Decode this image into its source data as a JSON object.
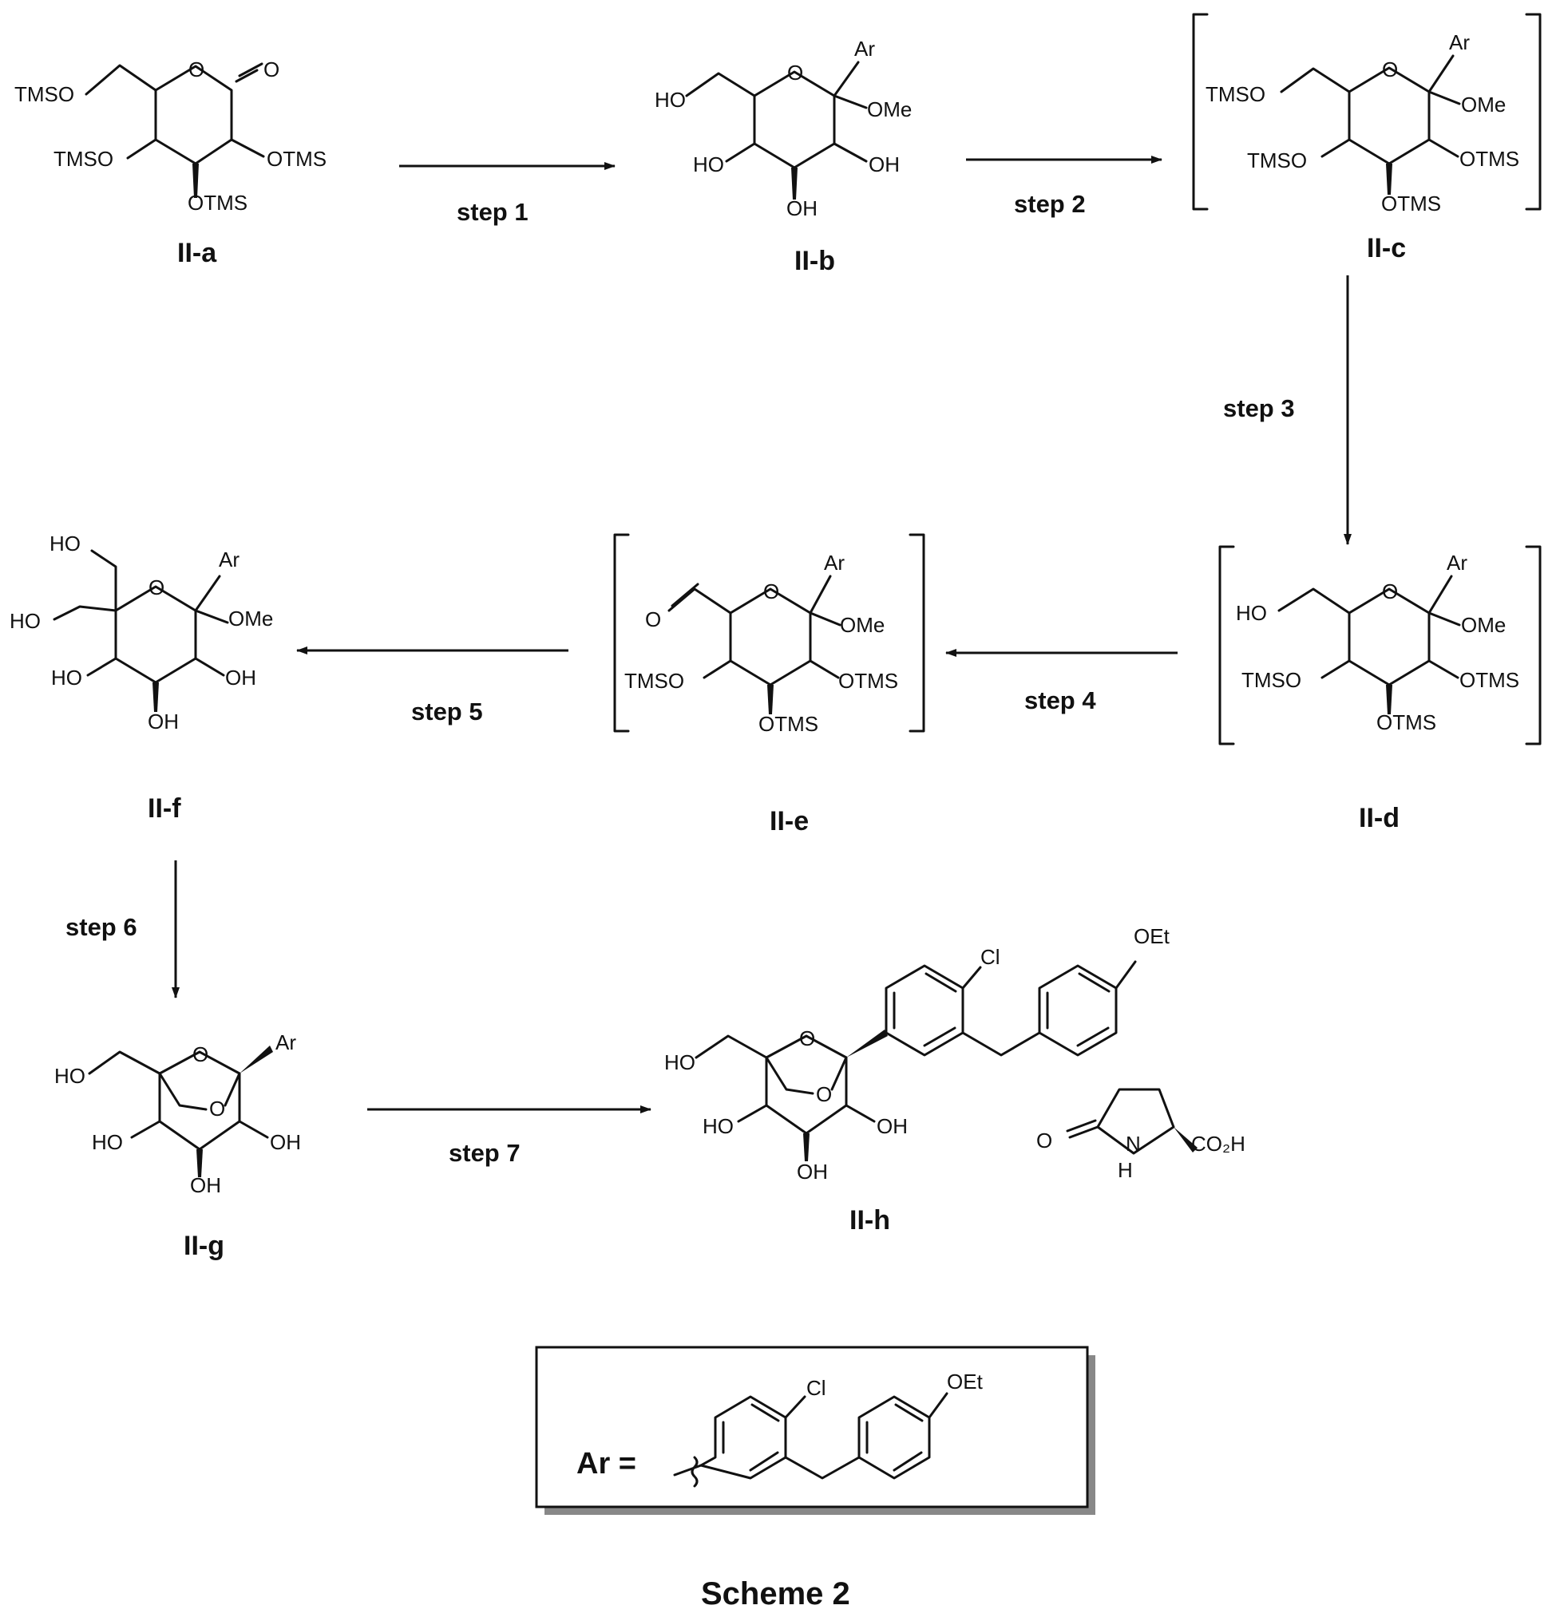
{
  "caption": "Scheme 2",
  "steps": [
    "step 1",
    "step 2",
    "step 3",
    "step 4",
    "step 5",
    "step 6",
    "step 7"
  ],
  "compounds": {
    "a": {
      "label": "II-a",
      "groups": {
        "tl": "TMSO",
        "ml": "TMSO",
        "b": "OTMS",
        "mr": "OTMS",
        "o": "O",
        "co": "O"
      }
    },
    "b": {
      "label": "II-b",
      "groups": {
        "ar": "Ar",
        "tl": "HO",
        "ml": "HO",
        "b": "OH",
        "mr": "OH",
        "ome": "OMe",
        "o": "O"
      }
    },
    "c": {
      "label": "II-c",
      "groups": {
        "ar": "Ar",
        "tl": "TMSO",
        "ml": "TMSO",
        "b": "OTMS",
        "mr": "OTMS",
        "ome": "OMe",
        "o": "O"
      }
    },
    "d": {
      "label": "II-d",
      "groups": {
        "ar": "Ar",
        "tl": "HO",
        "ml": "TMSO",
        "b": "OTMS",
        "mr": "OTMS",
        "ome": "OMe",
        "o": "O"
      }
    },
    "e": {
      "label": "II-e",
      "groups": {
        "ar": "Ar",
        "ald": "O",
        "ml": "TMSO",
        "b": "OTMS",
        "mr": "OTMS",
        "ome": "OMe",
        "o": "O"
      }
    },
    "f": {
      "label": "II-f",
      "groups": {
        "ar": "Ar",
        "ho1": "HO",
        "ho2": "HO",
        "ml": "HO",
        "b": "OH",
        "mr": "OH",
        "ome": "OMe",
        "o": "O"
      }
    },
    "g": {
      "label": "II-g",
      "groups": {
        "ar": "Ar",
        "tl": "HO",
        "ml": "HO",
        "b": "OH",
        "mr": "OH",
        "o": "O",
        "br": "O"
      }
    },
    "h": {
      "label": "II-h",
      "groups": {
        "cl": "Cl",
        "oet": "OEt",
        "tl": "HO",
        "ml": "HO",
        "b": "OH",
        "mr": "OH",
        "o": "O",
        "br": "O",
        "ketone": "O",
        "nh": "N",
        "h": "H",
        "co2h": "CO₂H"
      }
    }
  },
  "ar_box": {
    "label": "Ar =",
    "cl": "Cl",
    "oet": "OEt"
  }
}
